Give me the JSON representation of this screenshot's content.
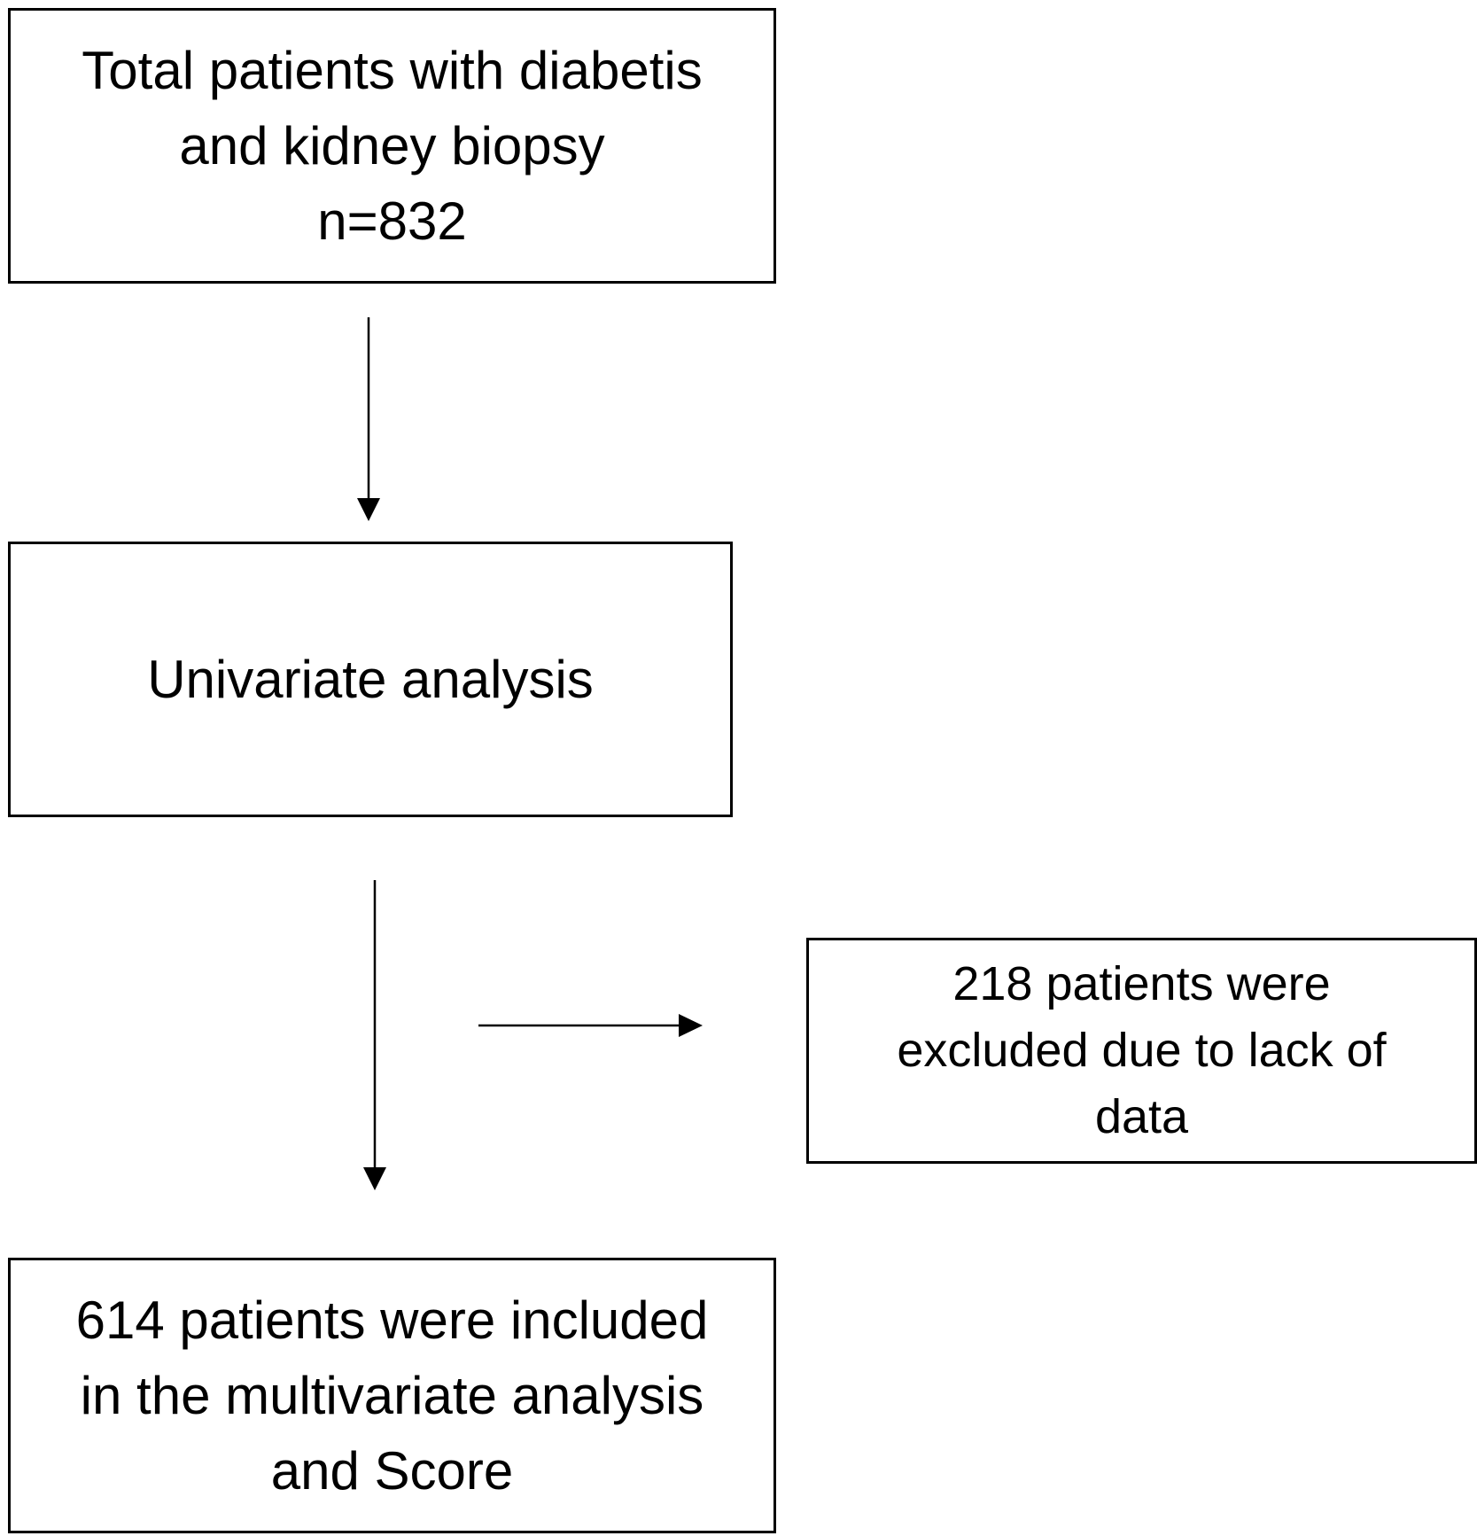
{
  "boxes": {
    "total": {
      "lines": [
        "Total patients with diabetis",
        "and kidney biopsy",
        "n=832"
      ]
    },
    "univariate": {
      "lines": [
        "Univariate analysis"
      ]
    },
    "excluded": {
      "lines": [
        "218 patients were",
        "excluded due to lack of",
        "data"
      ]
    },
    "included": {
      "lines": [
        "614 patients were included",
        "in the multivariate analysis",
        "and Score"
      ]
    }
  },
  "colors": {
    "stroke": "#000000",
    "background": "#ffffff"
  }
}
